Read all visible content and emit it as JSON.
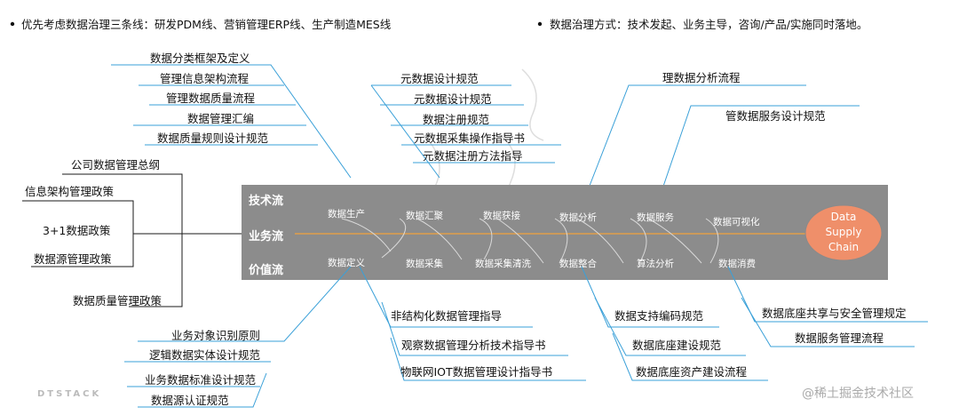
{
  "bullets": {
    "left": "优先考虑数据治理三条线：研发PDM线、营销管理ERP线、生产制造MES线",
    "right": "数据治理方式：技术发起、业务主导，咨询/产品/实施同时落地。"
  },
  "bar": {
    "tech": "技术流",
    "business": "业务流",
    "value": "价值流",
    "top_stages": [
      "数据生产",
      "数据汇聚",
      "数据获接",
      "数据分析",
      "数据服务",
      "数据可视化"
    ],
    "bottom_stages": [
      "数据定义",
      "数据采集",
      "数据采集清洗",
      "数据整合",
      "算法分析",
      "数据消费"
    ]
  },
  "supply_chain": {
    "line1": "Data",
    "line2": "Supply",
    "line3": "Chain"
  },
  "groups": {
    "g1": [
      "数据分类框架及定义",
      "管理信息架构流程",
      "管理数据质量流程",
      "数据管理汇编",
      "数据质量规则设计规范"
    ],
    "g2": [
      "元数据设计规范",
      "元数据设计规范",
      "数据注册规范",
      "元数据采集操作指导书",
      "元数据注册方法指导"
    ],
    "g3": [
      "理数据分析流程",
      "管数据服务设计规范"
    ],
    "policies": [
      "公司数据管理总纲",
      "信息架构管理政策",
      "3+1数据政策",
      "数据源管理政策",
      "数据质量管理政策"
    ],
    "g5": [
      "业务对象识别原则",
      "逻辑数据实体设计规范",
      "业务数据标准设计规范",
      "数据源认证规范"
    ],
    "g6": [
      "非结构化数据管理指导",
      "观察数据管理分析技术指导书",
      "物联网IOT数据管理设计指导书"
    ],
    "g7": [
      "数据支持编码规范",
      "数据底座建设规范",
      "数据底座资产建设流程"
    ],
    "g8": [
      "数据底座共享与安全管理规定",
      "数据服务管理流程"
    ]
  },
  "watermark": "DTSTACK",
  "credit": "@稀土掘金技术社区",
  "colors": {
    "bar": "#8c8c8c",
    "accent_line": "#3aa0d8",
    "circle": "#ef8f6a",
    "flow_line": "#f2a23c"
  }
}
